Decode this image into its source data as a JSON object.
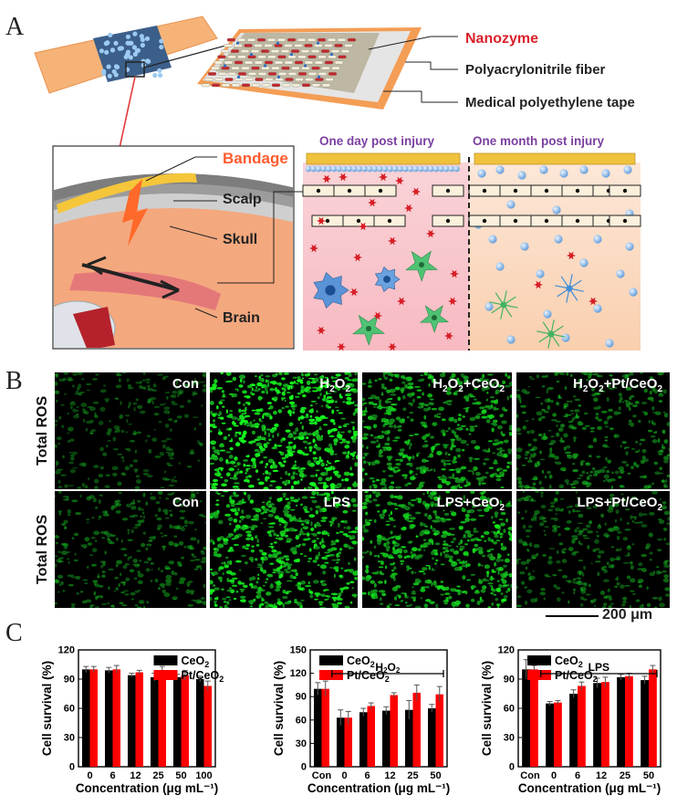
{
  "panels": {
    "a": "A",
    "b": "B",
    "c": "C"
  },
  "panel_a": {
    "layer_labels": [
      "Nanozyme",
      "Polyacrylonitrile fiber",
      "Medical polyethylene tape"
    ],
    "anatomy_labels": {
      "bandage": "Bandage",
      "scalp": "Scalp",
      "skull": "Skull",
      "brain": "Brain"
    },
    "timepoints": [
      "One day post injury",
      "One month post injury"
    ],
    "colors": {
      "nanozyme": "#d9202a",
      "timepoint": "#7b3fa0",
      "bandage": "#ff5b2e",
      "tape": "#f3a35d"
    }
  },
  "panel_b": {
    "row_label": "Total ROS",
    "rows": [
      [
        "Con",
        "H2O2",
        "H2O2+CeO2",
        "H2O2+Pt/CeO2"
      ],
      [
        "Con",
        "LPS",
        "LPS+CeO2",
        "LPS+Pt/CeO2"
      ]
    ],
    "row_tags": [
      [
        [
          "Con"
        ],
        [
          "H",
          "2",
          "O",
          "2"
        ],
        [
          "H",
          "2",
          "O",
          "2",
          "+CeO",
          "2"
        ],
        [
          "H",
          "2",
          "O",
          "2",
          "+Pt/CeO",
          "2"
        ]
      ],
      [
        [
          "Con"
        ],
        [
          "LPS"
        ],
        [
          "LPS+CeO",
          "2"
        ],
        [
          "LPS+Pt/CeO",
          "2"
        ]
      ]
    ],
    "intensity": [
      [
        0.25,
        1.0,
        0.7,
        0.45
      ],
      [
        0.35,
        0.85,
        0.75,
        0.35
      ]
    ],
    "scale_bar": "200 μm"
  },
  "chart_data": [
    {
      "type": "bar",
      "ylabel": "Cell survival (%)",
      "xlabel": "Concentration (μg mL⁻¹)",
      "categories": [
        "0",
        "6",
        "12",
        "25",
        "50",
        "100"
      ],
      "ylim": [
        0,
        120
      ],
      "yticks": [
        0,
        30,
        60,
        90,
        120
      ],
      "legend_position": "top-right",
      "series": [
        {
          "name": "CeO2",
          "color": "#000000",
          "values": [
            100,
            99,
            94,
            92,
            92,
            90
          ],
          "errors": [
            3,
            3,
            2,
            4,
            3,
            3
          ]
        },
        {
          "name": "Pt/CeO2",
          "color": "#ff0000",
          "values": [
            100,
            100,
            97,
            98,
            94,
            83
          ],
          "errors": [
            3,
            4,
            2,
            5,
            5,
            5
          ]
        }
      ]
    },
    {
      "type": "bar",
      "ylabel": "Cell survival (%)",
      "xlabel": "Concentration (μg mL⁻¹)",
      "categories": [
        "Con",
        "0",
        "6",
        "12",
        "25",
        "50"
      ],
      "ylim": [
        0,
        150
      ],
      "yticks": [
        0,
        30,
        60,
        90,
        120,
        150
      ],
      "treatment_label": "H2O2",
      "legend_position": "top-left",
      "series": [
        {
          "name": "CeO2",
          "color": "#000000",
          "values": [
            100,
            63,
            70,
            72,
            73,
            75
          ],
          "errors": [
            8,
            10,
            5,
            5,
            12,
            5
          ]
        },
        {
          "name": "Pt/CeO2",
          "color": "#ff0000",
          "values": [
            100,
            63,
            78,
            92,
            95,
            93
          ],
          "errors": [
            10,
            8,
            4,
            3,
            10,
            10
          ]
        }
      ]
    },
    {
      "type": "bar",
      "ylabel": "Cell survival (%)",
      "xlabel": "Concentration (μg mL⁻¹)",
      "categories": [
        "Con",
        "0",
        "6",
        "12",
        "25",
        "50"
      ],
      "ylim": [
        0,
        120
      ],
      "yticks": [
        0,
        30,
        60,
        90,
        120
      ],
      "treatment_label": "LPS",
      "legend_position": "top-left",
      "series": [
        {
          "name": "CeO2",
          "color": "#000000",
          "values": [
            100,
            65,
            75,
            86,
            92,
            89
          ],
          "errors": [
            10,
            2,
            4,
            5,
            3,
            4
          ]
        },
        {
          "name": "Pt/CeO2",
          "color": "#ff0000",
          "values": [
            100,
            66,
            83,
            87,
            93,
            100
          ],
          "errors": [
            4,
            2,
            4,
            5,
            3,
            4
          ]
        }
      ]
    }
  ]
}
